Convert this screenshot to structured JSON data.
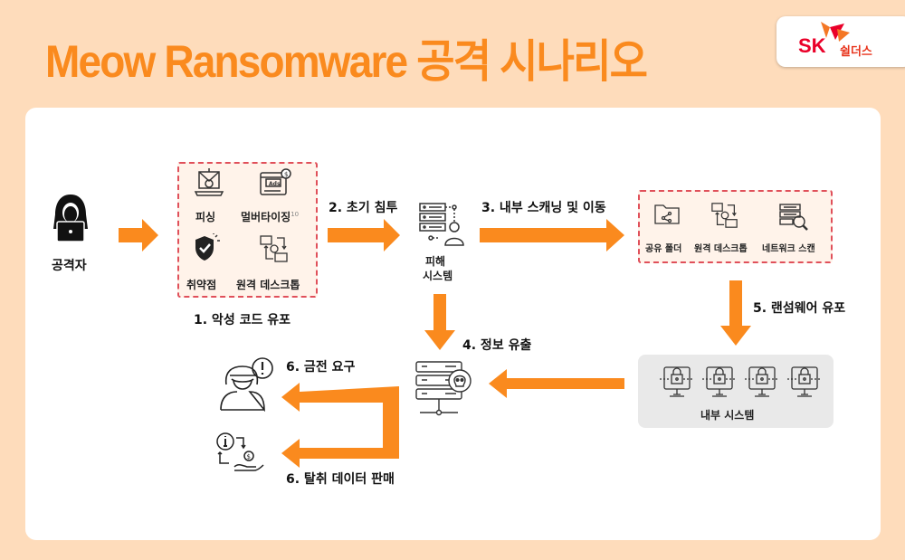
{
  "title": "Meow Ransomware 공격 시나리오",
  "logo": {
    "brand": "SK",
    "name": "쉴더스",
    "brand_color": "#ea0029"
  },
  "colors": {
    "background": "#fedcbb",
    "accent": "#fa8a1e",
    "dashed_border": "#e0505a"
  },
  "nodes": {
    "attacker": {
      "label": "공격자",
      "icon": "hacker-laptop-icon"
    },
    "distribution_methods": [
      {
        "label": "피싱",
        "icon": "phishing-email-icon"
      },
      {
        "label": "멀버타이징",
        "sup": "10",
        "icon": "ads-icon"
      },
      {
        "label": "취약점",
        "icon": "shield-check-icon"
      },
      {
        "label": "원격 데스크톱",
        "icon": "remote-desktop-icon"
      }
    ],
    "victim": {
      "label_line1": "피해",
      "label_line2": "시스템",
      "icon": "server-user-icon"
    },
    "lateral_methods": [
      {
        "label": "공유 폴더",
        "icon": "shared-folder-icon"
      },
      {
        "label": "원격 데스크톱",
        "icon": "remote-desktop-icon"
      },
      {
        "label": "네트워크 스캔",
        "icon": "network-scan-icon"
      }
    ],
    "internal": {
      "label": "내부 시스템",
      "icon": "locked-computer-icon",
      "count": 4
    },
    "exfil_server": {
      "icon": "server-skull-icon"
    },
    "extortion": {
      "icon": "hacker-alert-icon"
    },
    "data_sale": {
      "icon": "data-money-exchange-icon"
    }
  },
  "steps": {
    "s1": "1. 악성 코드 유포",
    "s2": "2. 초기 침투",
    "s3": "3. 내부 스캐닝 및 이동",
    "s4": "4. 정보 유출",
    "s5": "5. 랜섬웨어 유포",
    "s6a": "6. 금전 요구",
    "s6b": "6. 탈취 데이터 판매"
  }
}
